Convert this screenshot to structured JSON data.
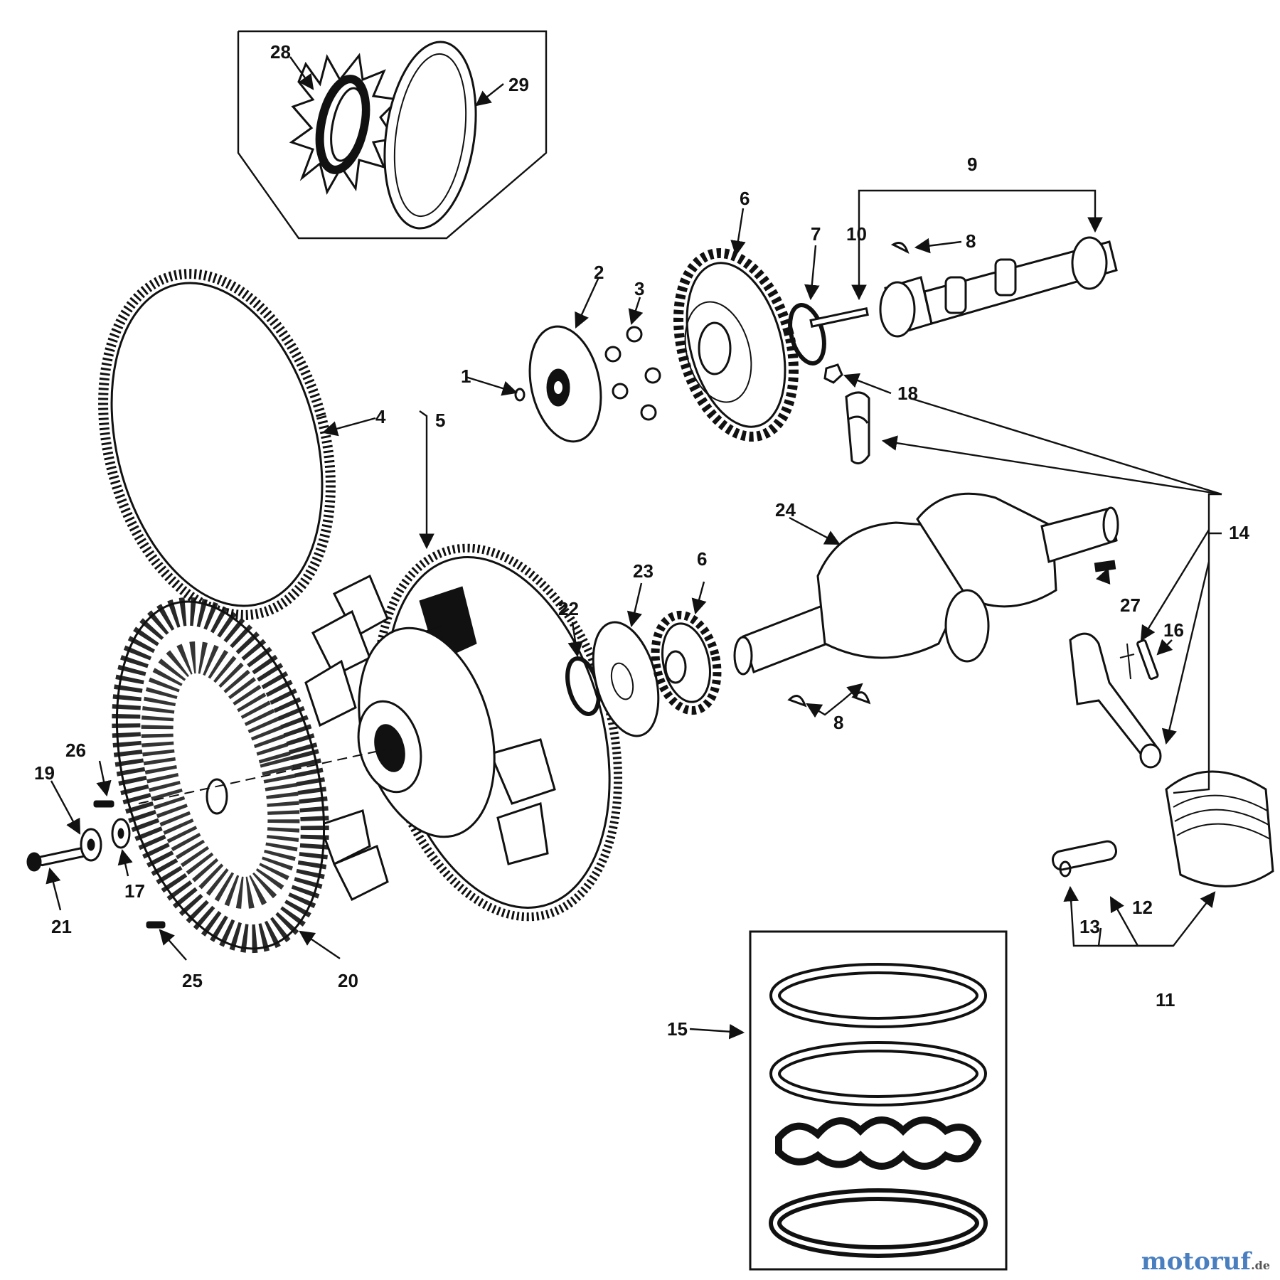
{
  "callouts": {
    "c1": "1",
    "c2": "2",
    "c3": "3",
    "c4": "4",
    "c5": "5",
    "c6a": "6",
    "c6b": "6",
    "c7": "7",
    "c8a": "8",
    "c8b": "8",
    "c9": "9",
    "c10": "10",
    "c11": "11",
    "c12": "12",
    "c13": "13",
    "c14": "14",
    "c15": "15",
    "c16": "16",
    "c17": "17",
    "c18": "18",
    "c19": "19",
    "c20": "20",
    "c21": "21",
    "c22": "22",
    "c23": "23",
    "c24": "24",
    "c25": "25",
    "c26": "26",
    "c27": "27",
    "c28": "28",
    "c29": "29"
  },
  "watermark": {
    "brand": "motoruf",
    "tld": ".de",
    "brand_color": "#4a7fbf"
  }
}
